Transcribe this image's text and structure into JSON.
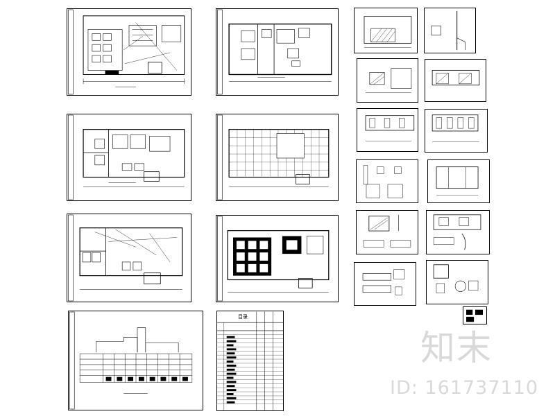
{
  "watermark": {
    "logo_text": "知末",
    "id_text": "ID: 161737110"
  },
  "drawing_index": {
    "title": "目录"
  }
}
